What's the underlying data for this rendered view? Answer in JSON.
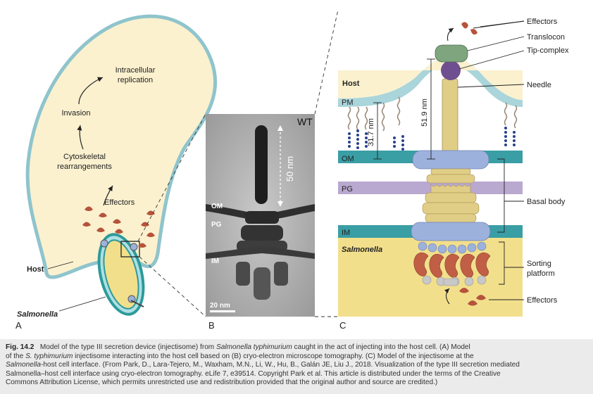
{
  "panelA": {
    "letter": "A",
    "steps": [
      "Intracellular",
      "replication",
      "Invasion",
      "Cytoskeletal",
      "rearrangements",
      "Effectors"
    ],
    "host_label": "Host",
    "salmonella_label": "Salmonella"
  },
  "panelB": {
    "letter": "B",
    "wt": "WT",
    "scale_50": "50 nm",
    "om": "OM",
    "pg": "PG",
    "im": "IM",
    "scalebar": "20 nm"
  },
  "panelC": {
    "letter": "C",
    "host": "Host",
    "pm": "PM",
    "om": "OM",
    "pg": "PG",
    "im": "IM",
    "salmonella": "Salmonella",
    "dim_317": "31.7 nm",
    "dim_519": "51.9 nm",
    "callouts": [
      "Effectors",
      "Translocon",
      "Tip-complex",
      "Needle",
      "Basal body",
      "Sorting",
      "platform",
      "Effectors"
    ]
  },
  "colors": {
    "host_fill": "#fbf1cf",
    "membrane": "#9fcfd6",
    "salmonella_fill": "#f2df8c",
    "salmonella_membrane": "#2c9a9a",
    "om_band": "#3a9ea5",
    "pg_band": "#b9a8cf",
    "needle": "#e0cd86",
    "basal_ring": "#9db1dd",
    "translocon": "#7fa57f",
    "tip": "#6f4f8f",
    "effector": "#b5533b",
    "caption_bg": "#ebebeb"
  },
  "caption": {
    "fig_label": "Fig. 14.2",
    "line1_a": "Model of the type III secretion device (injectisome) from ",
    "line1_i": "Salmonella typhimurium",
    "line1_b": " caught in the act of injecting into the host cell. (A) Model",
    "line2_a": "of the ",
    "line2_i": "S. typhimurium",
    "line2_b": " injectisome interacting into the host cell based on (B) cryo-electron microscope tomography. (C) Model of the injectisome at the",
    "line3_i": "Salmonella",
    "line3_b": "-host cell interface. ",
    "line3_c": "(From Park, D., Lara-Tejero, M., Waxham, M.N., Li, W., Hu, B., Galán JE, Liu J., 2018. Visualization of the type III secretion mediated",
    "line4_a": "Salmonella–host cell interface using cryo-electron tomography. eLife 7, e39514. Copyright Park et al. This article is distributed under the terms of the Creative",
    "line5_a": "Commons Attribution License, which permits unrestricted use and redistribution provided that the original author and source are credited.)"
  }
}
